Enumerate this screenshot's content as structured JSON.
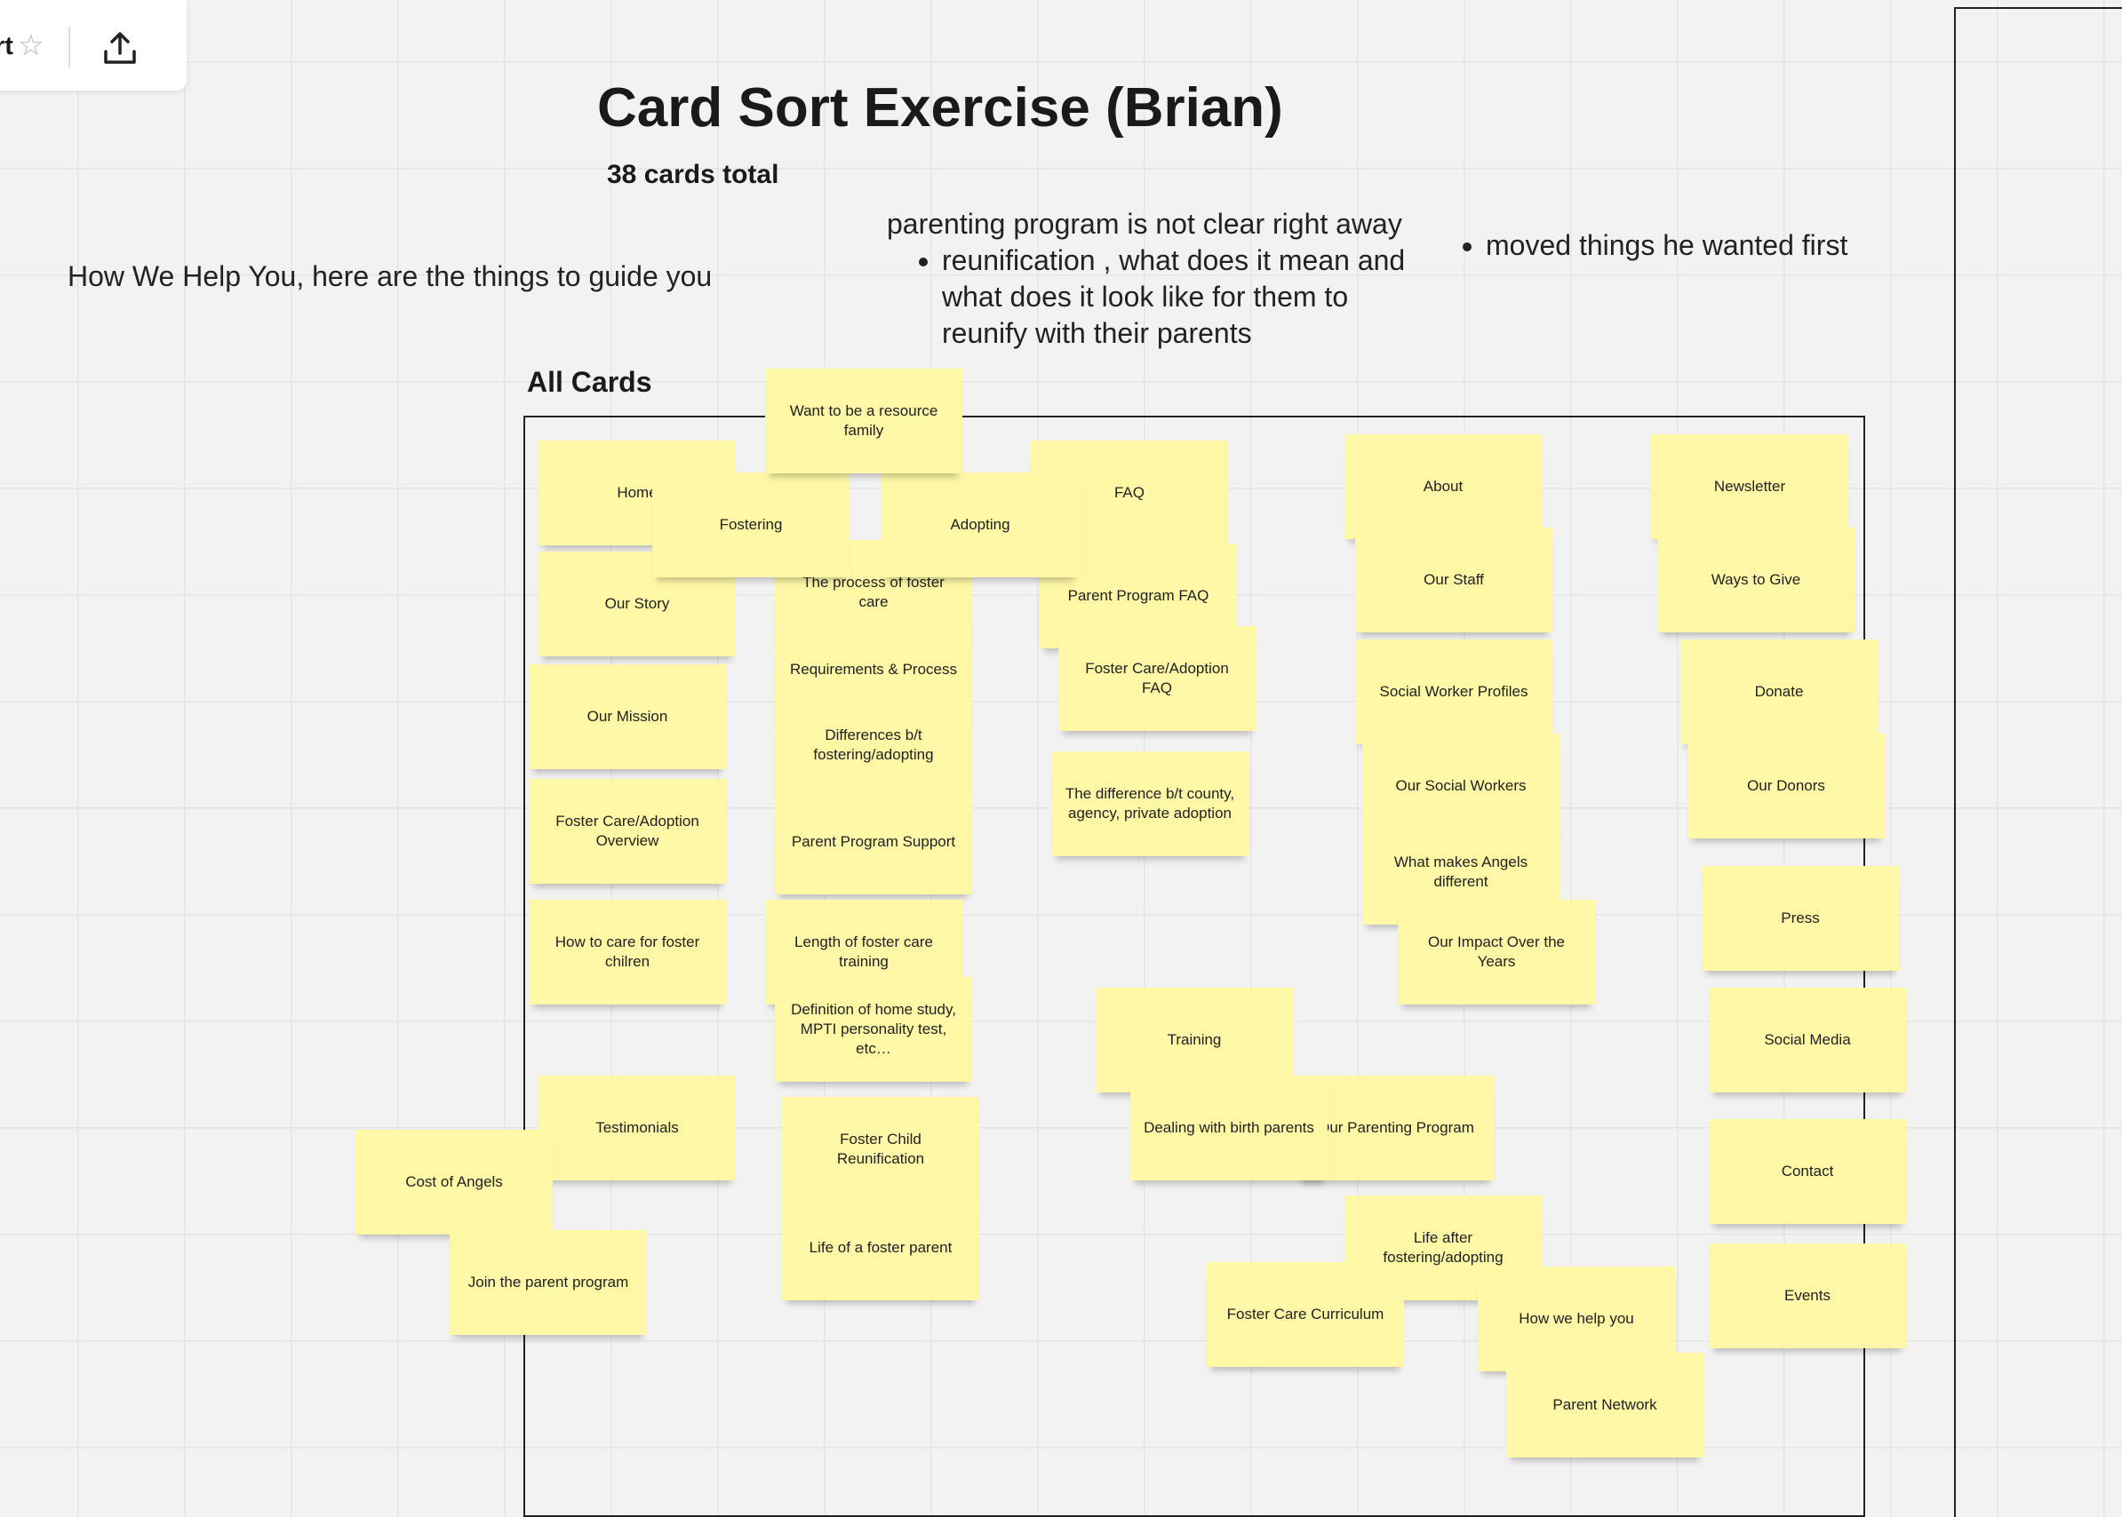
{
  "toolbar": {
    "board_name": "rt",
    "star": "☆"
  },
  "title": "Card Sort Exercise (Brian)",
  "subtitle": "38 cards total",
  "guide_text": "How We Help You, here are the things to guide you",
  "notes": {
    "lead": "parenting program is not clear right away",
    "bullet_1": "reunification , what does it mean and what does it look like for them to reunify with their parents",
    "bullet_2": "moved things he wanted first"
  },
  "frame_label": "All Cards",
  "cards": {
    "want_resource": "Want to be a resource family",
    "home": "Home",
    "fostering": "Fostering",
    "adopting": "Adopting",
    "faq": "FAQ",
    "about": "About",
    "newsletter": "Newsletter",
    "our_story": "Our Story",
    "process_foster": "The process of foster care",
    "parent_program_faq": "Parent Program FAQ",
    "our_staff": "Our Staff",
    "ways_to_give": "Ways to Give",
    "requirements": "Requirements & Process",
    "foster_adoption_faq": "Foster Care/Adoption FAQ",
    "social_worker_profiles": "Social Worker Profiles",
    "donate": "Donate",
    "our_mission": "Our Mission",
    "differences": "Differences b/t fostering/adopting",
    "our_social_workers": "Our Social Workers",
    "our_donors": "Our Donors",
    "difference_county": "The difference b/t county, agency, private adoption",
    "overview": "Foster Care/Adoption Overview",
    "parent_program_support": "Parent Program Support",
    "what_makes_different": "What makes Angels different",
    "press": "Press",
    "how_to_care": "How to care for foster chilren",
    "length_training": "Length of foster care training",
    "our_impact": "Our Impact Over the Years",
    "definition_home_study": "Definition of home study, MPTI personality test, etc…",
    "training": "Training",
    "social_media": "Social Media",
    "testimonials": "Testimonials",
    "cost_of_angels": "Cost of Angels",
    "foster_child_reunification": "Foster Child Reunification",
    "our_parenting_program": "Our Parenting Program",
    "dealing_birth_parents": "Dealing with birth parents",
    "contact": "Contact",
    "life_after": "Life after fostering/adopting",
    "join_parent_program": "Join the parent program",
    "life_foster_parent": "Life of a foster parent",
    "foster_curriculum": "Foster Care Curriculum",
    "how_we_help": "How we help you",
    "events": "Events",
    "parent_network": "Parent Network"
  }
}
